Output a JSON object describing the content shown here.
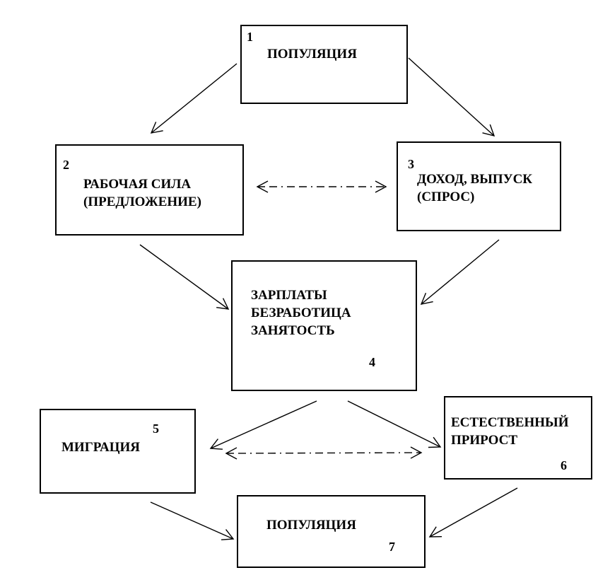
{
  "diagram": {
    "colors": {
      "line": "#000000",
      "background": "#ffffff",
      "text": "#000000"
    },
    "nodes": [
      {
        "number": "1",
        "label_lines": [
          "ПОПУЛЯЦИЯ"
        ]
      },
      {
        "number": "2",
        "label_lines": [
          "РАБОЧАЯ СИЛА",
          "(ПРЕДЛОЖЕНИЕ)"
        ]
      },
      {
        "number": "3",
        "label_lines": [
          "ДОХОД, ВЫПУСК",
          "(СПРОС)"
        ]
      },
      {
        "number": "4",
        "label_lines": [
          "ЗАРПЛАТЫ",
          "БЕЗРАБОТИЦА",
          "ЗАНЯТОСТЬ"
        ]
      },
      {
        "number": "5",
        "label_lines": [
          "МИГРАЦИЯ"
        ]
      },
      {
        "number": "6",
        "label_lines": [
          "ЕСТЕСТВЕННЫЙ",
          "ПРИРОСТ"
        ]
      },
      {
        "number": "7",
        "label_lines": [
          "ПОПУЛЯЦИЯ"
        ]
      }
    ],
    "connections": [
      {
        "from": "1",
        "to": "2",
        "style": "solid",
        "bidirectional": false
      },
      {
        "from": "1",
        "to": "3",
        "style": "solid",
        "bidirectional": false
      },
      {
        "from": "2",
        "to": "3",
        "style": "dash-dot",
        "bidirectional": true
      },
      {
        "from": "2",
        "to": "4",
        "style": "solid",
        "bidirectional": false
      },
      {
        "from": "3",
        "to": "4",
        "style": "solid",
        "bidirectional": false
      },
      {
        "from": "4",
        "to": "5",
        "style": "solid",
        "bidirectional": false
      },
      {
        "from": "4",
        "to": "6",
        "style": "solid",
        "bidirectional": false
      },
      {
        "from": "5",
        "to": "6",
        "style": "dash-dot",
        "bidirectional": true
      },
      {
        "from": "5",
        "to": "7",
        "style": "solid",
        "bidirectional": false
      },
      {
        "from": "6",
        "to": "7",
        "style": "solid",
        "bidirectional": false
      }
    ]
  }
}
